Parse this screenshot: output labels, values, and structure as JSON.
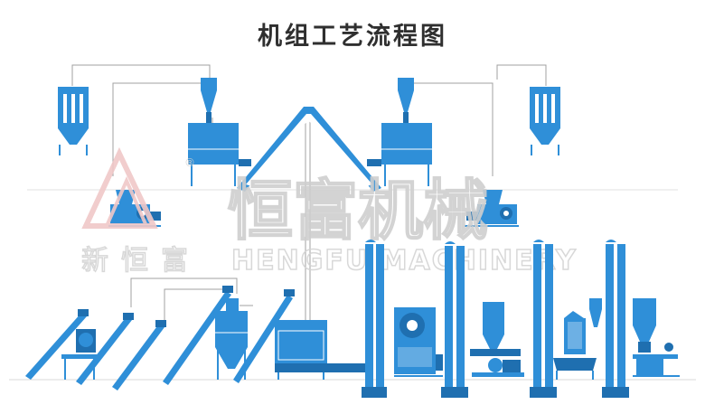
{
  "title": "机组工艺流程图",
  "watermark": {
    "brand_cn": "恒富机械",
    "brand_en": "HENGFU MACHINERY",
    "brand_sub": "新恒富",
    "registered": "®"
  },
  "colors": {
    "equipment": "#2f8fd8",
    "equipment_dark": "#1f6fb0",
    "equipment_light": "#e6eef6",
    "pipe": "#9a9a9a",
    "watermark": "#cfcfcf",
    "watermark_logo": "#f0c8c8",
    "title": "#2f2f2f"
  }
}
